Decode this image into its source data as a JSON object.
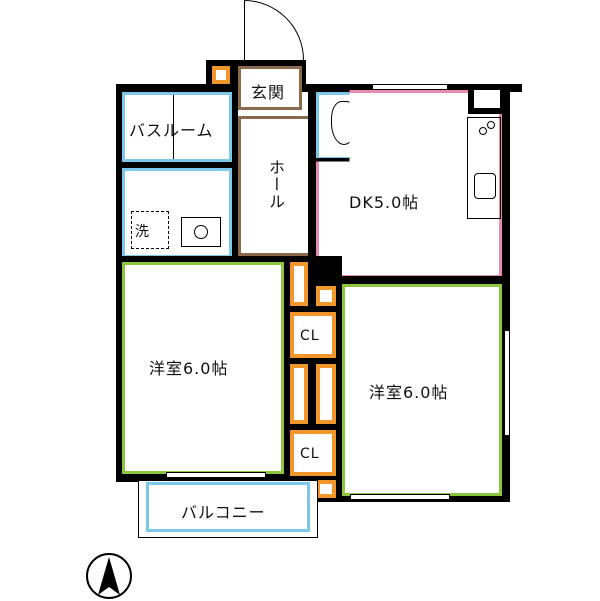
{
  "floorplan": {
    "rooms": {
      "entrance": "玄関",
      "bathroom": "バスルーム",
      "hall": "ホール",
      "dining_kitchen": "DK5.0帖",
      "washer": "洗",
      "western_room_left": "洋室6.0帖",
      "western_room_right": "洋室6.0帖",
      "closet_1": "CL",
      "closet_2": "CL",
      "balcony": "バルコニー"
    },
    "colors": {
      "wall": "#000000",
      "wet_area": "#7cc8ea",
      "entrance_hall": "#8a6a4a",
      "dining_kitchen": "#e98bb0",
      "western_rooms": "#8cc63f",
      "storage": "#f0962a"
    },
    "compass": "north-arrow"
  }
}
